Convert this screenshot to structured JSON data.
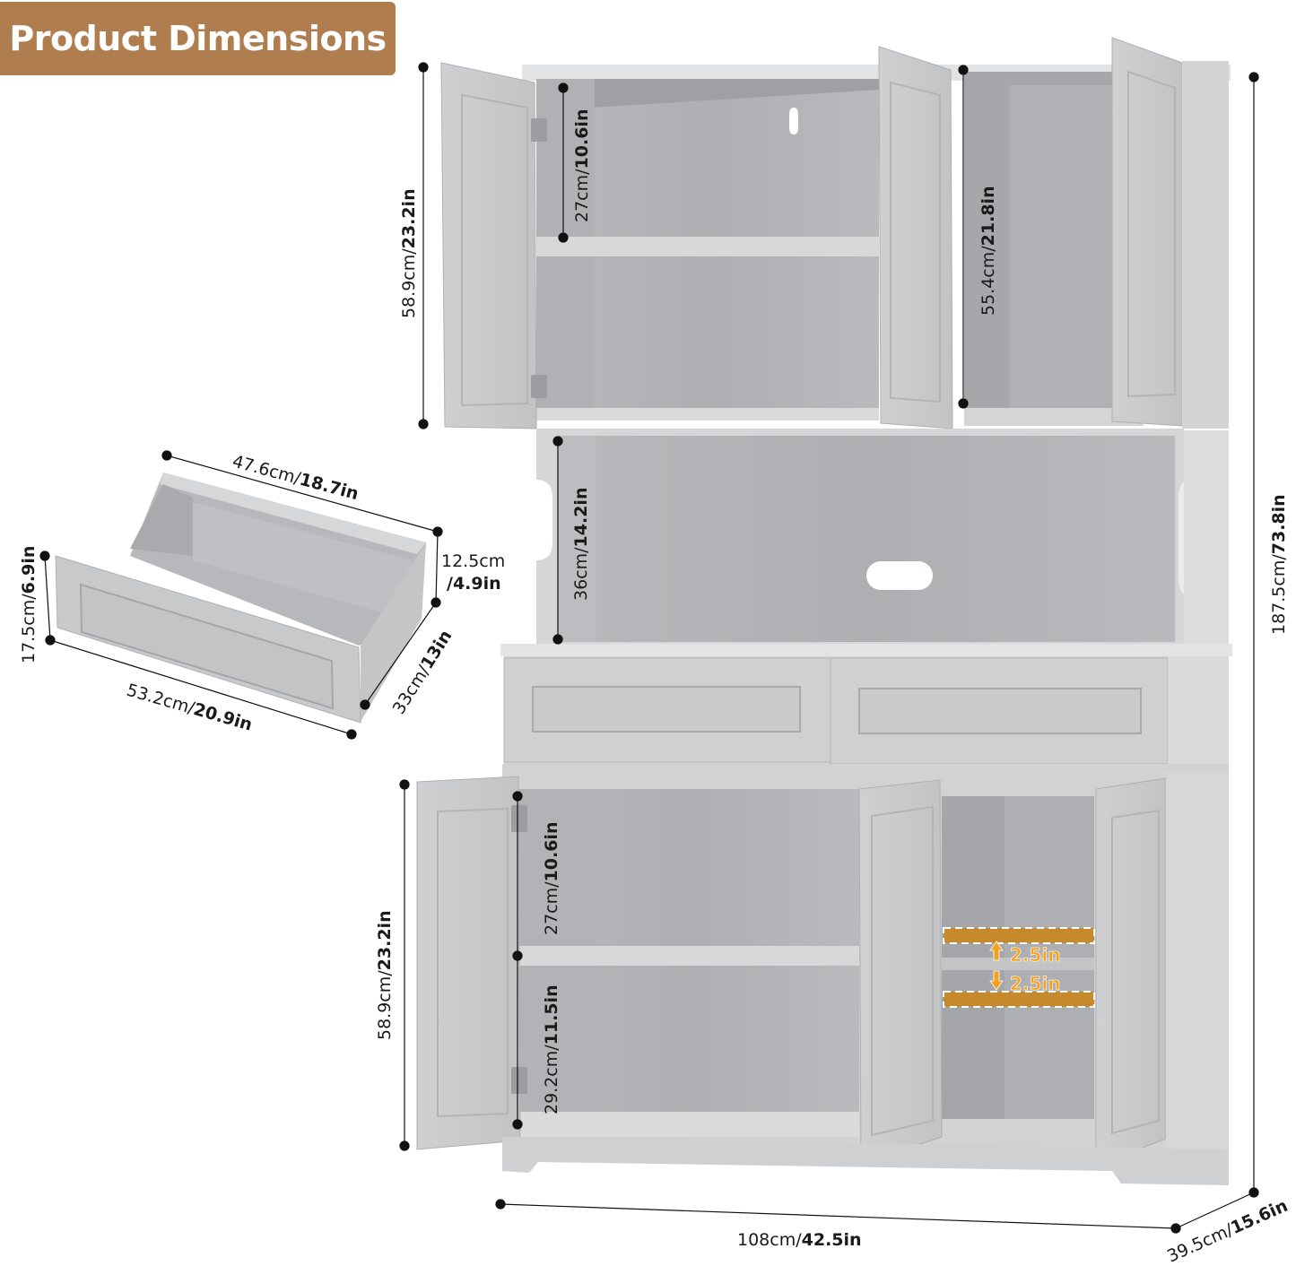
{
  "title": "Product Dimensions",
  "colors": {
    "badge": "#b07d4f",
    "cabinet": "#c9cacc",
    "cabinet_light": "#dcdddf",
    "cabinet_dark": "#a9aaad",
    "interior": "#b4b5b8",
    "shelf_highlight": "#c68a2c",
    "arrow_orange": "#f3a21f"
  },
  "drawer": {
    "width_back": {
      "cm": "47.6cm/",
      "in": "18.7in"
    },
    "height_back": {
      "cm": "12.5cm",
      "in": "/4.9in"
    },
    "height_front": {
      "cm": "17.5cm/",
      "in": "6.9in"
    },
    "width_front": {
      "cm": "53.2cm/",
      "in": "20.9in"
    },
    "depth": {
      "cm": "33cm/",
      "in": "13in"
    }
  },
  "upper_cabinet": {
    "door_height": {
      "cm": "58.9cm/",
      "in": "23.2in"
    },
    "top_shelf_gap": {
      "cm": "27cm/",
      "in": "10.6in"
    },
    "right_interior": {
      "cm": "55.4cm/",
      "in": "21.8in"
    }
  },
  "middle_open_shelf": {
    "height": {
      "cm": "36cm/",
      "in": "14.2in"
    }
  },
  "lower_cabinet": {
    "door_height": {
      "cm": "58.9cm/",
      "in": "23.2in"
    },
    "top_shelf_gap": {
      "cm": "27cm/",
      "in": "10.6in"
    },
    "bottom_shelf_gap": {
      "cm": "29.2cm/",
      "in": "11.5in"
    },
    "adjust_up": "2.5in",
    "adjust_down": "2.5in"
  },
  "overall": {
    "height": {
      "cm": "187.5cm/",
      "in": "73.8in"
    },
    "width": {
      "cm": "108cm/",
      "in": "42.5in"
    },
    "depth": {
      "cm": "39.5cm/",
      "in": "15.6in"
    }
  }
}
